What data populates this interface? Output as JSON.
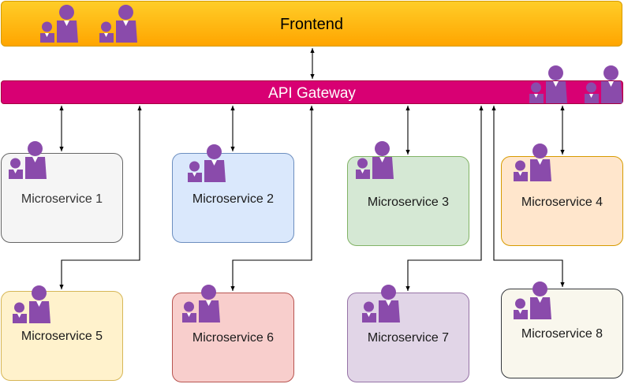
{
  "frontend": {
    "label": "Frontend"
  },
  "gateway": {
    "label": "API Gateway"
  },
  "services": [
    {
      "label": "Microservice 1"
    },
    {
      "label": "Microservice 2"
    },
    {
      "label": "Microservice 3"
    },
    {
      "label": "Microservice 4"
    },
    {
      "label": "Microservice 5"
    },
    {
      "label": "Microservice 6"
    },
    {
      "label": "Microservice 7"
    },
    {
      "label": "Microservice 8"
    }
  ],
  "colors": {
    "frontend": "#ffb31a",
    "gateway": "#d80073",
    "service_1": "#f5f5f5",
    "service_2": "#dae8fc",
    "service_3": "#d5e8d4",
    "service_4": "#ffe6cc",
    "service_5": "#fff2cc",
    "service_6": "#f8cecc",
    "service_7": "#e1d5e7",
    "service_8": "#f9f7ed",
    "icon": "#8a4bab"
  },
  "icons": {
    "team": "users-icon"
  }
}
